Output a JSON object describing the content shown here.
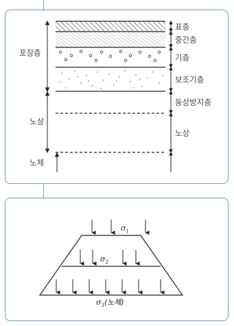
{
  "pavement_diagram": {
    "group_labels": {
      "pavement": "포장층",
      "roadbed": "노상",
      "subgrade_body": "노체"
    },
    "layers": [
      {
        "label": "표층"
      },
      {
        "label": "중간층"
      },
      {
        "label": "기층"
      },
      {
        "label": "보조기층"
      },
      {
        "label": "동상방지층"
      },
      {
        "label": "노상"
      }
    ]
  },
  "stress_diagram": {
    "sigma_symbol": "σ",
    "levels": [
      {
        "subscript": "1",
        "arrow_count": 3
      },
      {
        "subscript": "2",
        "arrow_count": 4
      },
      {
        "subscript": "3",
        "arrow_count": 7,
        "suffix": "(노체)"
      }
    ]
  },
  "colors": {
    "frame": "#6a9ec8",
    "line": "#222222"
  }
}
